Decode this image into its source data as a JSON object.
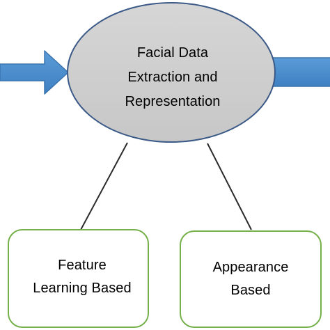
{
  "diagram": {
    "central_node": {
      "lines": [
        "Facial Data",
        "Extraction and",
        "Representation"
      ]
    },
    "left_node": {
      "lines": [
        "Feature",
        "Learning Based"
      ]
    },
    "right_node": {
      "lines": [
        "Appearance",
        "Based"
      ]
    },
    "colors": {
      "ellipse_fill": "#cfcfcf",
      "ellipse_stroke": "#3c5a88",
      "arrow_fill": "#4e90d0",
      "arrow_stroke": "#3a74ad",
      "box_stroke": "#76b04a",
      "connector": "#2b2b2b"
    }
  }
}
